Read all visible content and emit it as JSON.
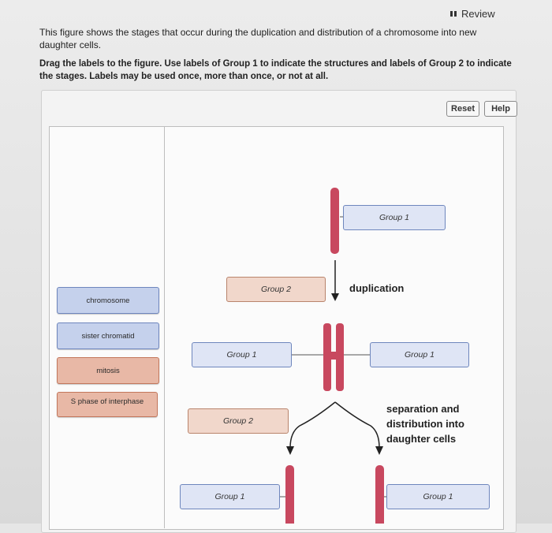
{
  "header": {
    "review_label": "Review"
  },
  "intro_text": "This figure shows the stages that occur during the duplication and distribution of a chromosome into new daughter cells.",
  "instructions": "Drag the labels to the figure. Use labels of Group 1 to indicate the structures and labels of Group 2 to indicate the stages. Labels may be used once, more than once, or not at all.",
  "toolbar": {
    "reset_label": "Reset",
    "help_label": "Help"
  },
  "label_bank": [
    {
      "text": "chromosome",
      "group": 1
    },
    {
      "text": "sister chromatid",
      "group": 1
    },
    {
      "text": "mitosis",
      "group": 2
    },
    {
      "text": "S phase of interphase",
      "group": 2
    }
  ],
  "drop_targets": {
    "top_right": "Group 1",
    "stage_upper": "Group 2",
    "middle_left": "Group 1",
    "middle_right": "Group 1",
    "stage_lower": "Group 2",
    "bottom_left": "Group 1",
    "bottom_right": "Group 1"
  },
  "stages": {
    "duplication": "duplication",
    "separation": "separation and distribution into daughter cells"
  },
  "colors": {
    "chromosome": "#c8485f",
    "group1_fill": "#dfe5f5",
    "group1_border": "#6e86bd",
    "group2_fill": "#f1d7cb",
    "group2_border": "#b9846c"
  }
}
